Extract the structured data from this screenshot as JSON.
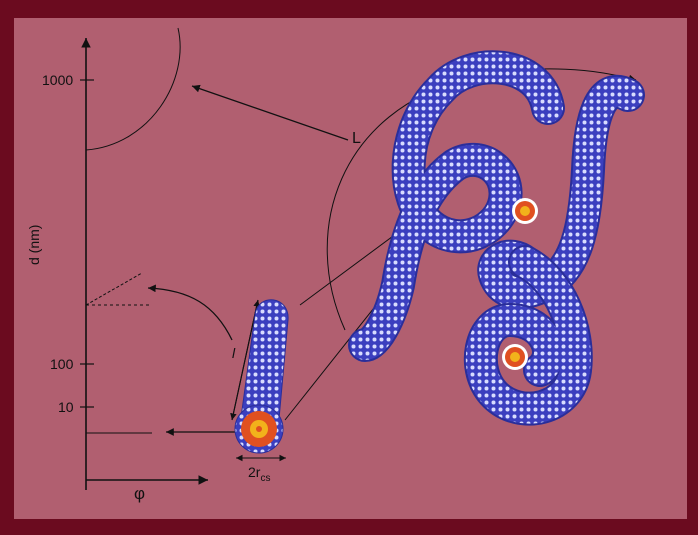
{
  "diagram": {
    "colors": {
      "outer_border": "#6b0b1f",
      "background": "#b15f70",
      "tube_fill": "#3b3fbf",
      "tube_dots": "#d8dcff",
      "core_outer": "#e05020",
      "core_inner": "#f2b21b",
      "line": "#111111"
    },
    "axis": {
      "y_label": "d (nm)",
      "x_label": "φ",
      "ticks": [
        "1000",
        "100",
        "10"
      ]
    },
    "labels": {
      "contour_length": "L",
      "segment_length": "l",
      "core_shell_diameter": "2r",
      "core_shell_subscript": "cs"
    }
  }
}
